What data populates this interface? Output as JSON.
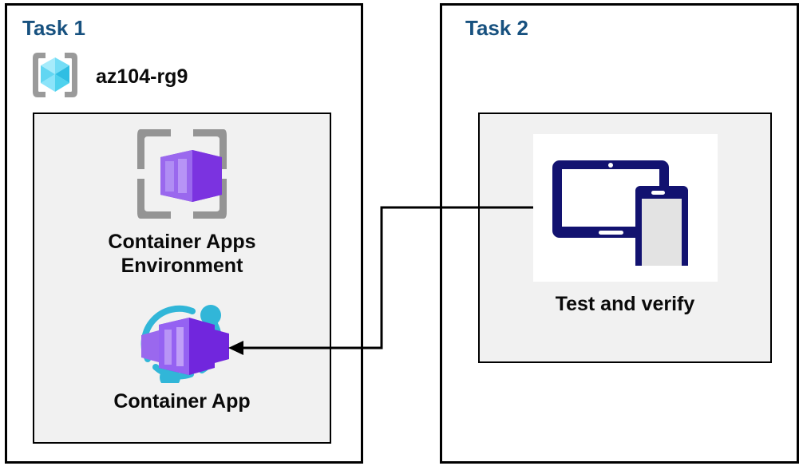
{
  "diagram": {
    "title_left": "Task 1",
    "title_right": "Task 2",
    "background": "#ffffff",
    "panel_border_color": "#000000",
    "inner_box_fill": "#f1f1f1",
    "title_color": "#17517F"
  },
  "task1": {
    "title": "Task 1",
    "resource_group": {
      "icon": "resource-group-icon",
      "label": "az104-rg9",
      "icon_colors": {
        "bracket": "#9a9a9a",
        "cube_light": "#9FE7FB",
        "cube_mid": "#59D6F5",
        "cube_dark": "#35C4E8",
        "cube_deep": "#27AFD4"
      }
    },
    "nodes": [
      {
        "icon": "container-apps-environment-icon",
        "label": "Container Apps\nEnvironment",
        "icon_colors": {
          "frame": "#949494",
          "box_light": "#A376EE",
          "box_mid": "#8B5CF0",
          "box_dark": "#6C25D6"
        }
      },
      {
        "icon": "container-app-icon",
        "label": "Container App",
        "icon_colors": {
          "ring": "#31B6D8",
          "box_light": "#A376EE",
          "box_mid": "#9562F2",
          "box_dark": "#7126DD"
        }
      }
    ]
  },
  "task2": {
    "title": "Task 2",
    "nodes": [
      {
        "icon": "test-and-verify-devices-icon",
        "label": "Test and verify",
        "icon_colors": {
          "device": "#121270",
          "tablet_screen": "#ffffff",
          "phone_screen": "#e3e3e3",
          "plate": "#ffffff"
        }
      }
    ]
  },
  "connector": {
    "name": "test-to-container-app-arrow",
    "from": "Test and verify",
    "to": "Container App",
    "direction": "right-to-left",
    "color": "#000000",
    "style": "elbow-arrow"
  }
}
